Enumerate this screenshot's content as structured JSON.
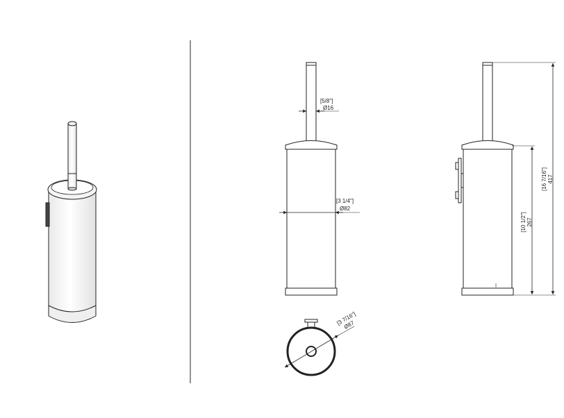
{
  "dimensions": {
    "handle_diameter": {
      "imperial": "[5/8\"]",
      "metric": "Ø16"
    },
    "body_diameter": {
      "imperial": "[3 1/4\"]",
      "metric": "Ø82"
    },
    "top_view_diameter": {
      "imperial": "[3 7/16\"]",
      "metric": "Ø87"
    },
    "body_height": {
      "imperial": "[10 1/2\"]",
      "metric": "267"
    },
    "total_height": {
      "imperial": "[16 7/16\"]",
      "metric": "417"
    }
  },
  "colors": {
    "line": "#222222",
    "fill": "#ffffff"
  }
}
